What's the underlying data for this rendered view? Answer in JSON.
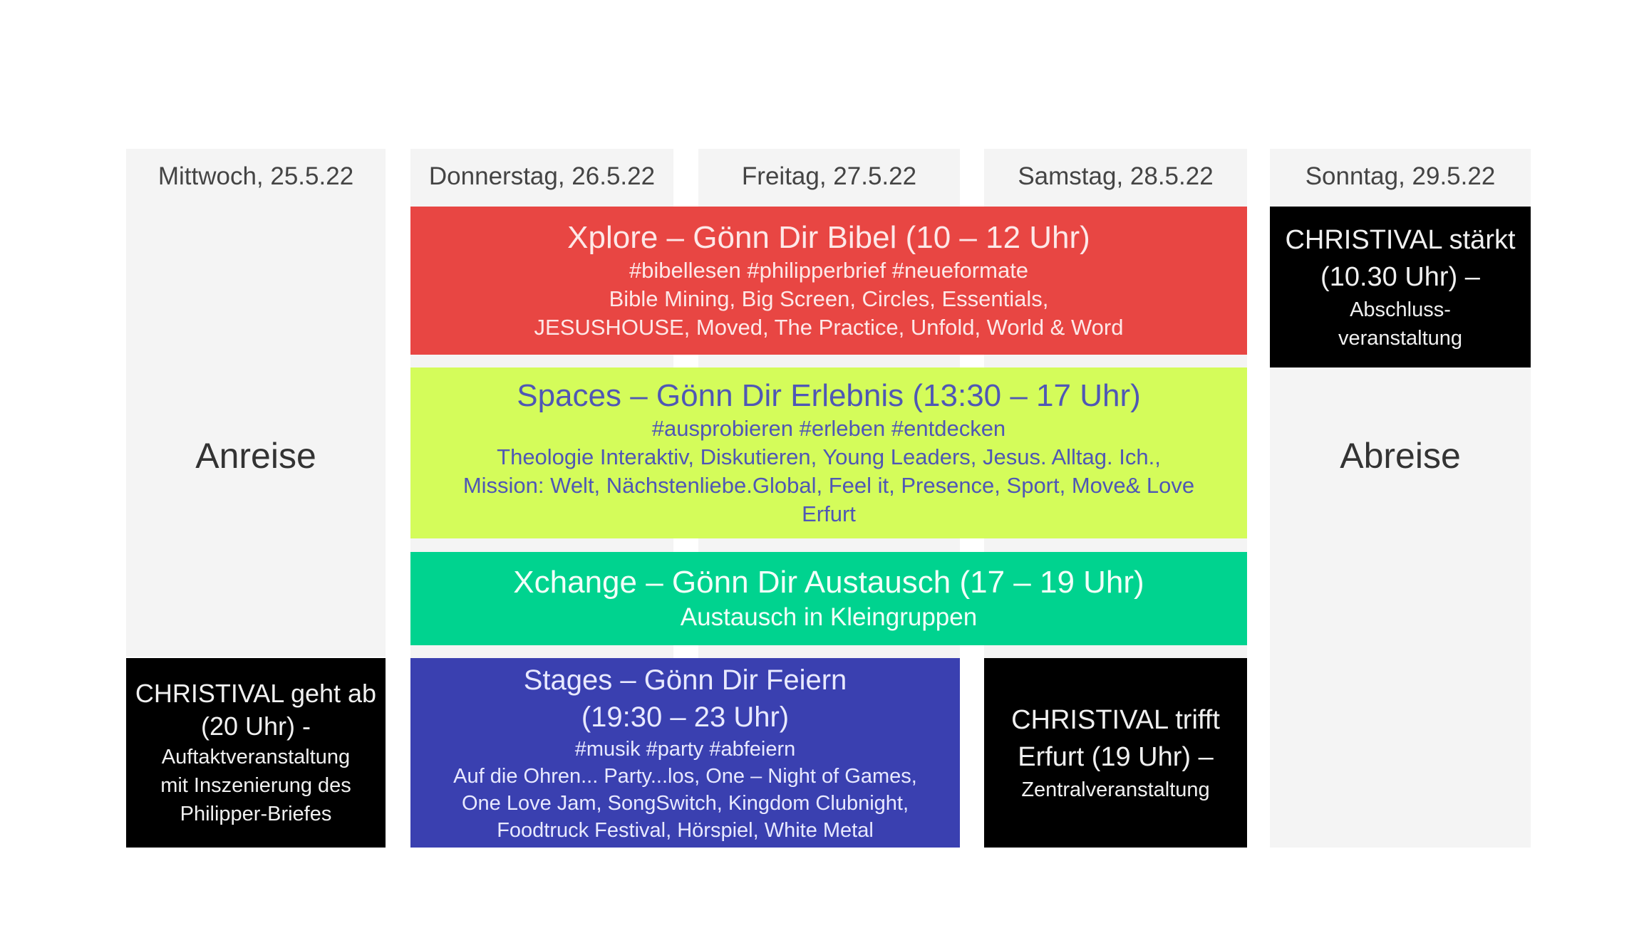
{
  "days": [
    {
      "label": "Mittwoch, 25.5.22"
    },
    {
      "label": "Donnerstag, 26.5.22"
    },
    {
      "label": "Freitag, 27.5.22"
    },
    {
      "label": "Samstag, 28.5.22"
    },
    {
      "label": "Sonntag, 29.5.22"
    }
  ],
  "arrival": "Anreise",
  "departure": "Abreise",
  "events": {
    "xplore": {
      "title": "Xplore – Gönn Dir Bibel (10 – 12 Uhr)",
      "tags": "#bibellesen #philipperbrief #neueformate",
      "line1": "Bible Mining, Big Screen, Circles, Essentials,",
      "line2": "JESUSHOUSE, Moved, The Practice, Unfold, World & Word",
      "color": "#e84643"
    },
    "spaces": {
      "title": "Spaces – Gönn Dir Erlebnis (13:30 – 17 Uhr)",
      "tags": "#ausprobieren #erleben #entdecken",
      "line1": "Theologie Interaktiv, Diskutieren, Young Leaders, Jesus. Alltag. Ich.,",
      "line2": "Mission: Welt, Nächstenliebe.Global, Feel it, Presence, Sport, Move& Love",
      "line3": "Erfurt",
      "color": "#d4fc5a"
    },
    "xchange": {
      "title": "Xchange – Gönn Dir Austausch (17 – 19 Uhr)",
      "sub": "Austausch in Kleingruppen",
      "color": "#00d38f"
    },
    "stages": {
      "title1": "Stages – Gönn Dir Feiern",
      "title2": "(19:30 – 23 Uhr)",
      "tags": "#musik #party #abfeiern",
      "line1": "Auf die Ohren... Party...los, One – Night of Games,",
      "line2": "One Love Jam, SongSwitch, Kingdom Clubnight,",
      "line3": "Foodtruck Festival, Hörspiel, White Metal",
      "color": "#3a40b0"
    },
    "opening": {
      "title1": "CHRISTIVAL geht ab",
      "title2": "(20 Uhr) -",
      "line1": "Auftaktveranstaltung",
      "line2": "mit Inszenierung des",
      "line3": "Philipper-Briefes"
    },
    "central": {
      "title1": "CHRISTIVAL trifft",
      "title2": "Erfurt (19 Uhr) –",
      "line1": "Zentralveranstaltung"
    },
    "closing": {
      "title1": "CHRISTIVAL stärkt",
      "title2": "(10.30 Uhr) –",
      "line1": "Abschluss-",
      "line2": "veranstaltung"
    }
  }
}
